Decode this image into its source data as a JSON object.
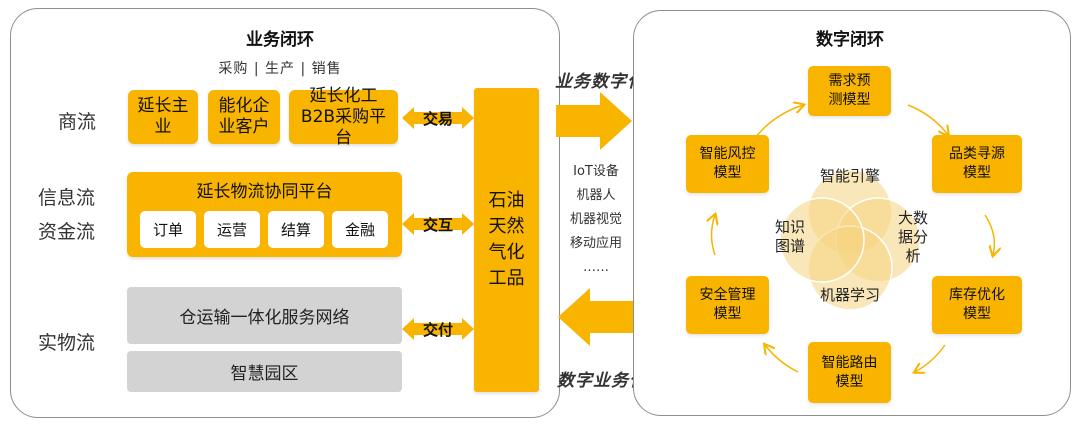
{
  "business_loop": {
    "title": "业务闭环",
    "subtitle": "采购 | 生产 | 销售",
    "rows": {
      "commerce": "商流",
      "info": "信息流",
      "capital": "资金流",
      "physical": "实物流"
    },
    "commerce_boxes": [
      "延长主业",
      "能化企业客户",
      "延长化工B2B采购平台"
    ],
    "platform_title": "延长物流协同平台",
    "platform_items": [
      "订单",
      "运营",
      "结算",
      "金融"
    ],
    "network": "仓运输一体化服务网络",
    "park": "智慧园区",
    "arrows": {
      "trade": "交易",
      "interact": "交互",
      "deliver": "交付"
    },
    "product": "石油天然气化工品"
  },
  "middle": {
    "top_arrow_label": "业务数字化",
    "bottom_arrow_label": "数字业务化",
    "tech": [
      "IoT设备",
      "机器人",
      "机器视觉",
      "移动应用",
      "……"
    ]
  },
  "digital_loop": {
    "title": "数字闭环",
    "models": [
      "需求预测模型",
      "品类寻源模型",
      "库存优化模型",
      "智能路由模型",
      "安全管理模型",
      "智能风控模型"
    ],
    "core": [
      "智能引擎",
      "大数据分析",
      "机器学习",
      "知识图谱"
    ]
  },
  "colors": {
    "accent": "#f9b400",
    "circle_fill": "#f6d47f",
    "panel_border": "#8e8e8e",
    "gray_box": "#d3d3d3"
  }
}
